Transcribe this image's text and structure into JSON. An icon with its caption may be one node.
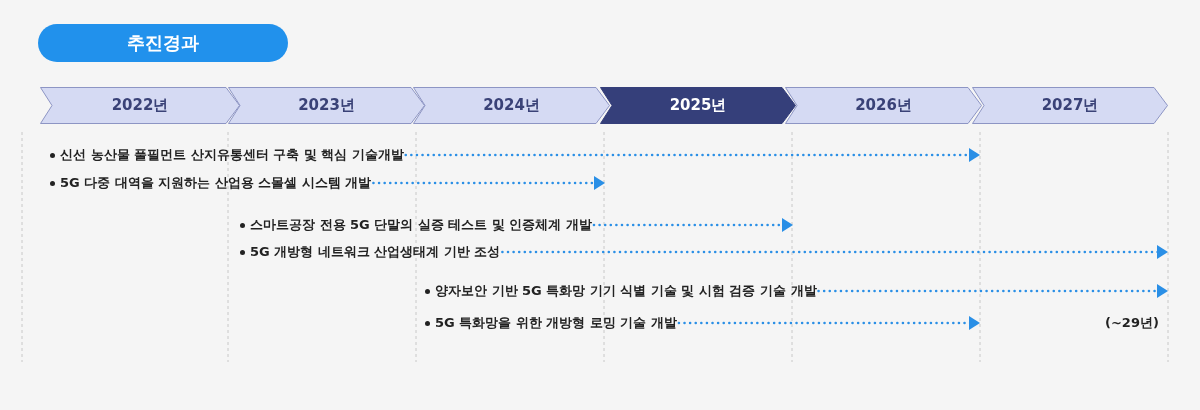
{
  "diagram": {
    "title": "추진경과",
    "nodes": [
      {
        "text": [
          "2022년"
        ]
      },
      {
        "text": [
          "2023년"
        ]
      },
      {
        "text": [
          "2024년"
        ]
      },
      {
        "text": [
          "2025년"
        ]
      },
      {
        "text": [
          "2026년"
        ]
      },
      {
        "text": [
          "2027년"
        ]
      },
      {
        "text": [
          "신선 농산물 풀필먼트 산지유통센터 구축 및 핵심 기술개발"
        ]
      },
      {
        "text": [
          "5G 다중 대역을 지원하는 산업용 스몰셀 시스템 개발"
        ]
      },
      {
        "text": [
          "스마트공장 전용 5G 단말의 실증 테스트 및 인증체계 개발"
        ]
      },
      {
        "text": [
          "5G 개방형 네트워크 산업생태계 기반 조성"
        ]
      },
      {
        "text": [
          "양자보안 기반 5G 특화망 기기 식별 기술 및 시험 검증 기술 개발"
        ]
      },
      {
        "text": [
          "5G 특화망을 위한 개방형 로밍 기술 개발"
        ]
      }
    ],
    "edges": [
      {
        "from": 6,
        "to": null,
        "arrow": "to"
      },
      {
        "from": 7,
        "to": null,
        "arrow": "to"
      },
      {
        "from": 8,
        "to": null,
        "arrow": "to"
      },
      {
        "from": 9,
        "to": null,
        "arrow": "to"
      },
      {
        "from": 10,
        "to": null,
        "arrow": "to"
      },
      {
        "from": 11,
        "to": null,
        "arrow": "to"
      }
    ],
    "labels": [
      "(~29년)"
    ]
  }
}
